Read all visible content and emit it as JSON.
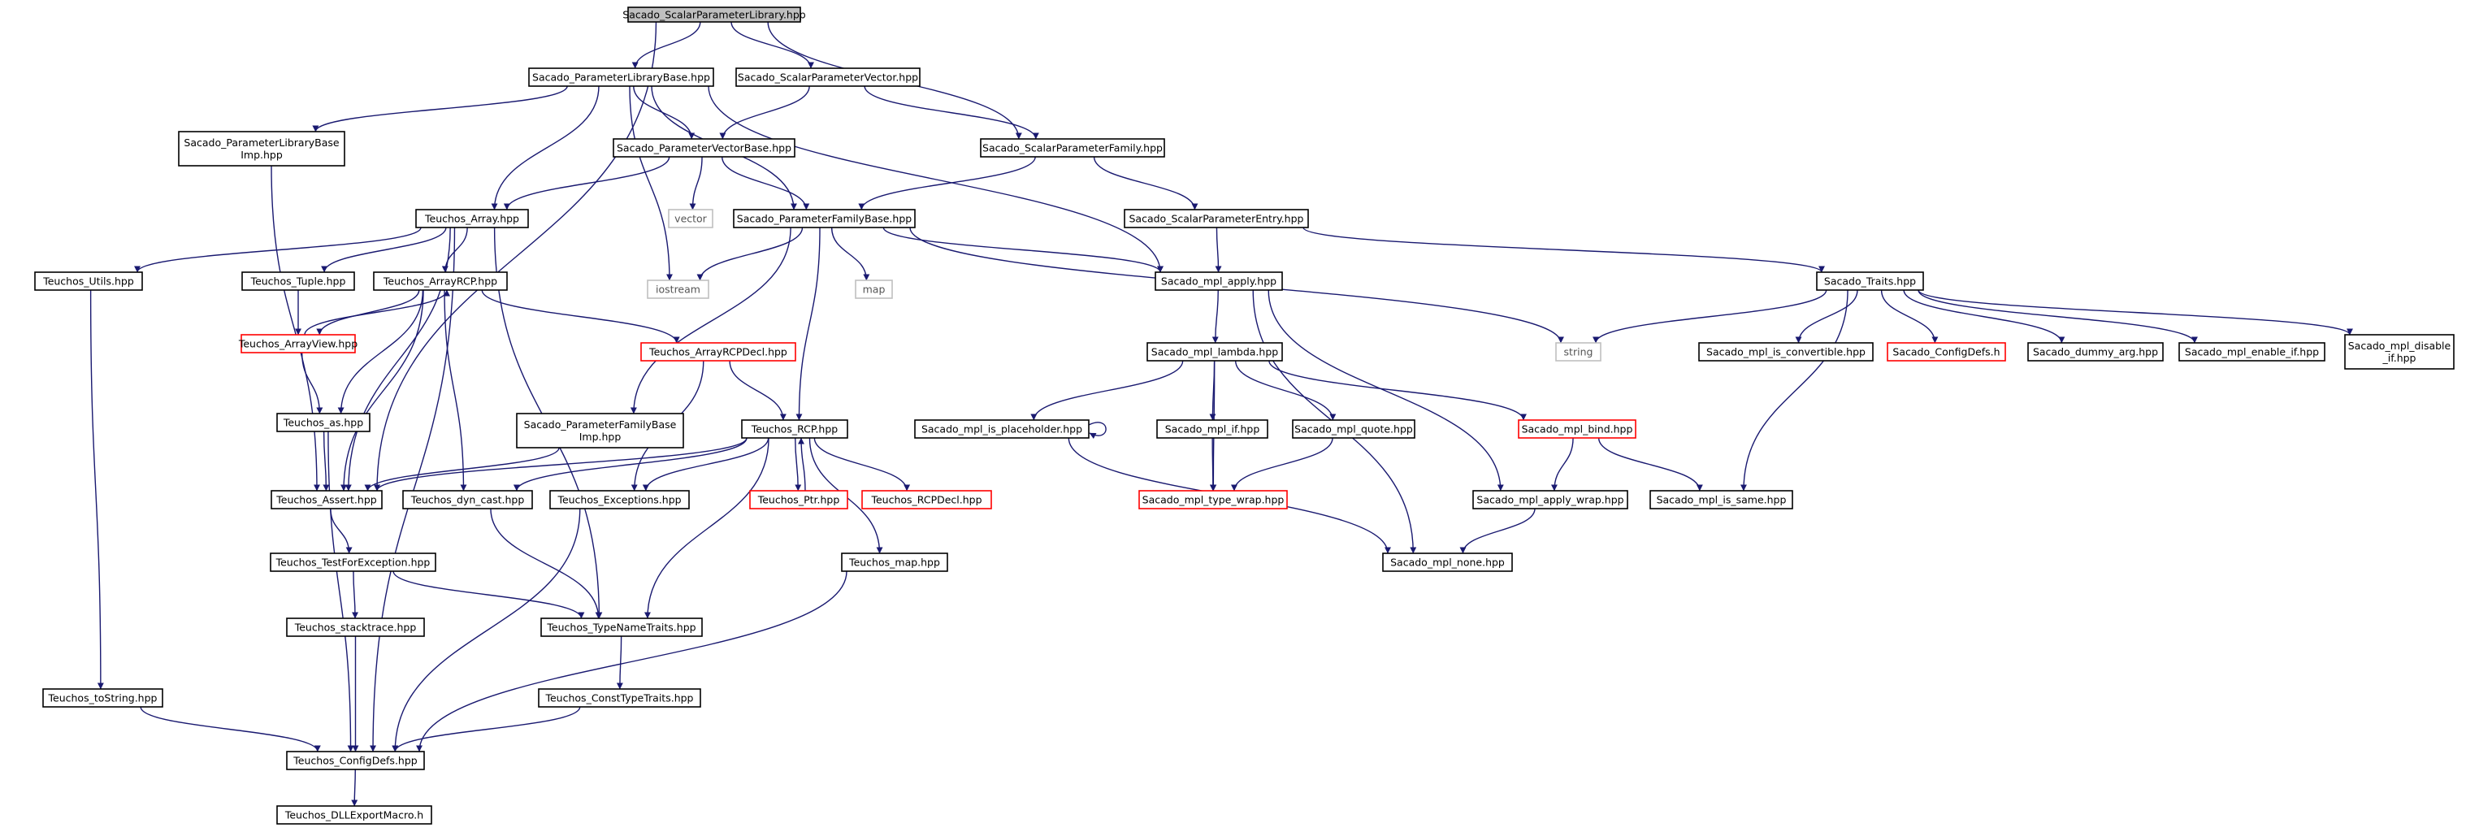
{
  "diagram": {
    "colors": {
      "edge": "#191970",
      "node_border": "#000000",
      "missing_border": "#ff0000",
      "external_border": "#bfbfbf",
      "root_fill": "#bfbfbf",
      "external_text": "#555555"
    },
    "nodes": {
      "root": {
        "label": "Sacado_ScalarParameterLibrary.hpp",
        "style": "root"
      },
      "plbase": {
        "label": "Sacado_ParameterLibraryBase.hpp",
        "style": "normal"
      },
      "spvec": {
        "label": "Sacado_ScalarParameterVector.hpp",
        "style": "normal"
      },
      "plbaseimp": {
        "label": "Sacado_ParameterLibraryBase\nImp.hpp",
        "style": "normal"
      },
      "pvbase": {
        "label": "Sacado_ParameterVectorBase.hpp",
        "style": "normal"
      },
      "spfam": {
        "label": "Sacado_ScalarParameterFamily.hpp",
        "style": "normal"
      },
      "tarray": {
        "label": "Teuchos_Array.hpp",
        "style": "normal"
      },
      "vector": {
        "label": "vector",
        "style": "external"
      },
      "pfbase": {
        "label": "Sacado_ParameterFamilyBase.hpp",
        "style": "normal"
      },
      "spentry": {
        "label": "Sacado_ScalarParameterEntry.hpp",
        "style": "normal"
      },
      "tutils": {
        "label": "Teuchos_Utils.hpp",
        "style": "normal"
      },
      "ttuple": {
        "label": "Teuchos_Tuple.hpp",
        "style": "normal"
      },
      "tarcp": {
        "label": "Teuchos_ArrayRCP.hpp",
        "style": "normal"
      },
      "iostream": {
        "label": "iostream",
        "style": "external"
      },
      "map": {
        "label": "map",
        "style": "external"
      },
      "mplapply": {
        "label": "Sacado_mpl_apply.hpp",
        "style": "normal"
      },
      "straits": {
        "label": "Sacado_Traits.hpp",
        "style": "normal"
      },
      "tarview": {
        "label": "Teuchos_ArrayView.hpp",
        "style": "missing"
      },
      "tarcpdecl": {
        "label": "Teuchos_ArrayRCPDecl.hpp",
        "style": "missing"
      },
      "string": {
        "label": "string",
        "style": "external"
      },
      "mpllambda": {
        "label": "Sacado_mpl_lambda.hpp",
        "style": "normal"
      },
      "mplconv": {
        "label": "Sacado_mpl_is_convertible.hpp",
        "style": "normal"
      },
      "sconfig": {
        "label": "Sacado_ConfigDefs.h",
        "style": "missing"
      },
      "sdummy": {
        "label": "Sacado_dummy_arg.hpp",
        "style": "normal"
      },
      "mplenable": {
        "label": "Sacado_mpl_enable_if.hpp",
        "style": "normal"
      },
      "mpldisable": {
        "label": "Sacado_mpl_disable\n_if.hpp",
        "style": "normal"
      },
      "tas": {
        "label": "Teuchos_as.hpp",
        "style": "normal"
      },
      "pfbaseimp": {
        "label": "Sacado_ParameterFamilyBase\nImp.hpp",
        "style": "normal"
      },
      "trcp": {
        "label": "Teuchos_RCP.hpp",
        "style": "normal"
      },
      "mplplace": {
        "label": "Sacado_mpl_is_placeholder.hpp",
        "style": "normal"
      },
      "mplif": {
        "label": "Sacado_mpl_if.hpp",
        "style": "normal"
      },
      "mplquote": {
        "label": "Sacado_mpl_quote.hpp",
        "style": "normal"
      },
      "mplbind": {
        "label": "Sacado_mpl_bind.hpp",
        "style": "missing"
      },
      "tassert": {
        "label": "Teuchos_Assert.hpp",
        "style": "normal"
      },
      "tdyncast": {
        "label": "Teuchos_dyn_cast.hpp",
        "style": "normal"
      },
      "texcept": {
        "label": "Teuchos_Exceptions.hpp",
        "style": "normal"
      },
      "tptr": {
        "label": "Teuchos_Ptr.hpp",
        "style": "missing"
      },
      "trcpdecl": {
        "label": "Teuchos_RCPDecl.hpp",
        "style": "missing"
      },
      "mpltwrap": {
        "label": "Sacado_mpl_type_wrap.hpp",
        "style": "missing"
      },
      "mplawrap": {
        "label": "Sacado_mpl_apply_wrap.hpp",
        "style": "normal"
      },
      "mplsame": {
        "label": "Sacado_mpl_is_same.hpp",
        "style": "normal"
      },
      "ttestexc": {
        "label": "Teuchos_TestForException.hpp",
        "style": "normal"
      },
      "tmap": {
        "label": "Teuchos_map.hpp",
        "style": "normal"
      },
      "mplnone": {
        "label": "Sacado_mpl_none.hpp",
        "style": "normal"
      },
      "tstack": {
        "label": "Teuchos_stacktrace.hpp",
        "style": "normal"
      },
      "ttntraits": {
        "label": "Teuchos_TypeNameTraits.hpp",
        "style": "normal"
      },
      "ttostring": {
        "label": "Teuchos_toString.hpp",
        "style": "normal"
      },
      "tctraits": {
        "label": "Teuchos_ConstTypeTraits.hpp",
        "style": "normal"
      },
      "tconfig": {
        "label": "Teuchos_ConfigDefs.hpp",
        "style": "normal"
      },
      "tdll": {
        "label": "Teuchos_DLLExportMacro.h",
        "style": "normal"
      }
    },
    "edges": [
      [
        "root",
        "plbase"
      ],
      [
        "root",
        "spvec"
      ],
      [
        "root",
        "spfam"
      ],
      [
        "root",
        "tassert"
      ],
      [
        "plbase",
        "plbaseimp"
      ],
      [
        "plbase",
        "pvbase"
      ],
      [
        "plbase",
        "tarray"
      ],
      [
        "plbase",
        "iostream"
      ],
      [
        "plbase",
        "pfbase"
      ],
      [
        "plbase",
        "mplapply"
      ],
      [
        "spvec",
        "pvbase"
      ],
      [
        "spvec",
        "spfam"
      ],
      [
        "plbaseimp",
        "tassert"
      ],
      [
        "pvbase",
        "tarray"
      ],
      [
        "pvbase",
        "vector"
      ],
      [
        "pvbase",
        "pfbase"
      ],
      [
        "spfam",
        "pfbase"
      ],
      [
        "spfam",
        "spentry"
      ],
      [
        "tarray",
        "tutils"
      ],
      [
        "tarray",
        "ttuple"
      ],
      [
        "tarray",
        "tarcp"
      ],
      [
        "tarray",
        "tassert"
      ],
      [
        "tarray",
        "tconfig"
      ],
      [
        "tarray",
        "ttntraits"
      ],
      [
        "pfbase",
        "iostream"
      ],
      [
        "pfbase",
        "map"
      ],
      [
        "pfbase",
        "mplapply"
      ],
      [
        "pfbase",
        "string"
      ],
      [
        "pfbase",
        "pfbaseimp"
      ],
      [
        "pfbase",
        "trcp"
      ],
      [
        "spentry",
        "mplapply"
      ],
      [
        "spentry",
        "straits"
      ],
      [
        "tutils",
        "ttostring"
      ],
      [
        "ttuple",
        "tarview"
      ],
      [
        "tarcp",
        "tarview"
      ],
      [
        "tarcp",
        "tarcpdecl"
      ],
      [
        "tarcp",
        "tas"
      ],
      [
        "tarcp",
        "tassert"
      ],
      [
        "tarcp",
        "tdyncast"
      ],
      [
        "tarview",
        "tarcp"
      ],
      [
        "tarview",
        "tas"
      ],
      [
        "tarcpdecl",
        "trcp"
      ],
      [
        "tarcpdecl",
        "texcept"
      ],
      [
        "mplapply",
        "mpllambda"
      ],
      [
        "mplapply",
        "mplawrap"
      ],
      [
        "mplapply",
        "mplnone"
      ],
      [
        "straits",
        "string"
      ],
      [
        "straits",
        "mplconv"
      ],
      [
        "straits",
        "sconfig"
      ],
      [
        "straits",
        "sdummy"
      ],
      [
        "straits",
        "mplenable"
      ],
      [
        "straits",
        "mpldisable"
      ],
      [
        "straits",
        "mplsame"
      ],
      [
        "mpllambda",
        "mplplace"
      ],
      [
        "mpllambda",
        "mplif"
      ],
      [
        "mpllambda",
        "mplquote"
      ],
      [
        "mpllambda",
        "mplbind"
      ],
      [
        "mpllambda",
        "mpltwrap"
      ],
      [
        "mplplace",
        "mplplace"
      ],
      [
        "mplplace",
        "mplnone"
      ],
      [
        "mplif",
        "mpltwrap"
      ],
      [
        "mplquote",
        "mpltwrap"
      ],
      [
        "mplbind",
        "mplawrap"
      ],
      [
        "mplbind",
        "mplsame"
      ],
      [
        "mplawrap",
        "mplnone"
      ],
      [
        "tas",
        "tassert"
      ],
      [
        "tas",
        "tconfig"
      ],
      [
        "pfbaseimp",
        "tassert"
      ],
      [
        "trcp",
        "tassert"
      ],
      [
        "trcp",
        "tdyncast"
      ],
      [
        "trcp",
        "texcept"
      ],
      [
        "trcp",
        "tptr"
      ],
      [
        "trcp",
        "trcpdecl"
      ],
      [
        "trcp",
        "tmap"
      ],
      [
        "trcp",
        "ttntraits"
      ],
      [
        "tptr",
        "trcp"
      ],
      [
        "tassert",
        "ttestexc"
      ],
      [
        "tdyncast",
        "ttntraits"
      ],
      [
        "texcept",
        "tconfig"
      ],
      [
        "ttestexc",
        "tstack"
      ],
      [
        "ttestexc",
        "ttntraits"
      ],
      [
        "tmap",
        "tconfig"
      ],
      [
        "tstack",
        "tconfig"
      ],
      [
        "ttntraits",
        "tctraits"
      ],
      [
        "ttostring",
        "tconfig"
      ],
      [
        "tctraits",
        "tconfig"
      ],
      [
        "tconfig",
        "tdll"
      ]
    ]
  }
}
